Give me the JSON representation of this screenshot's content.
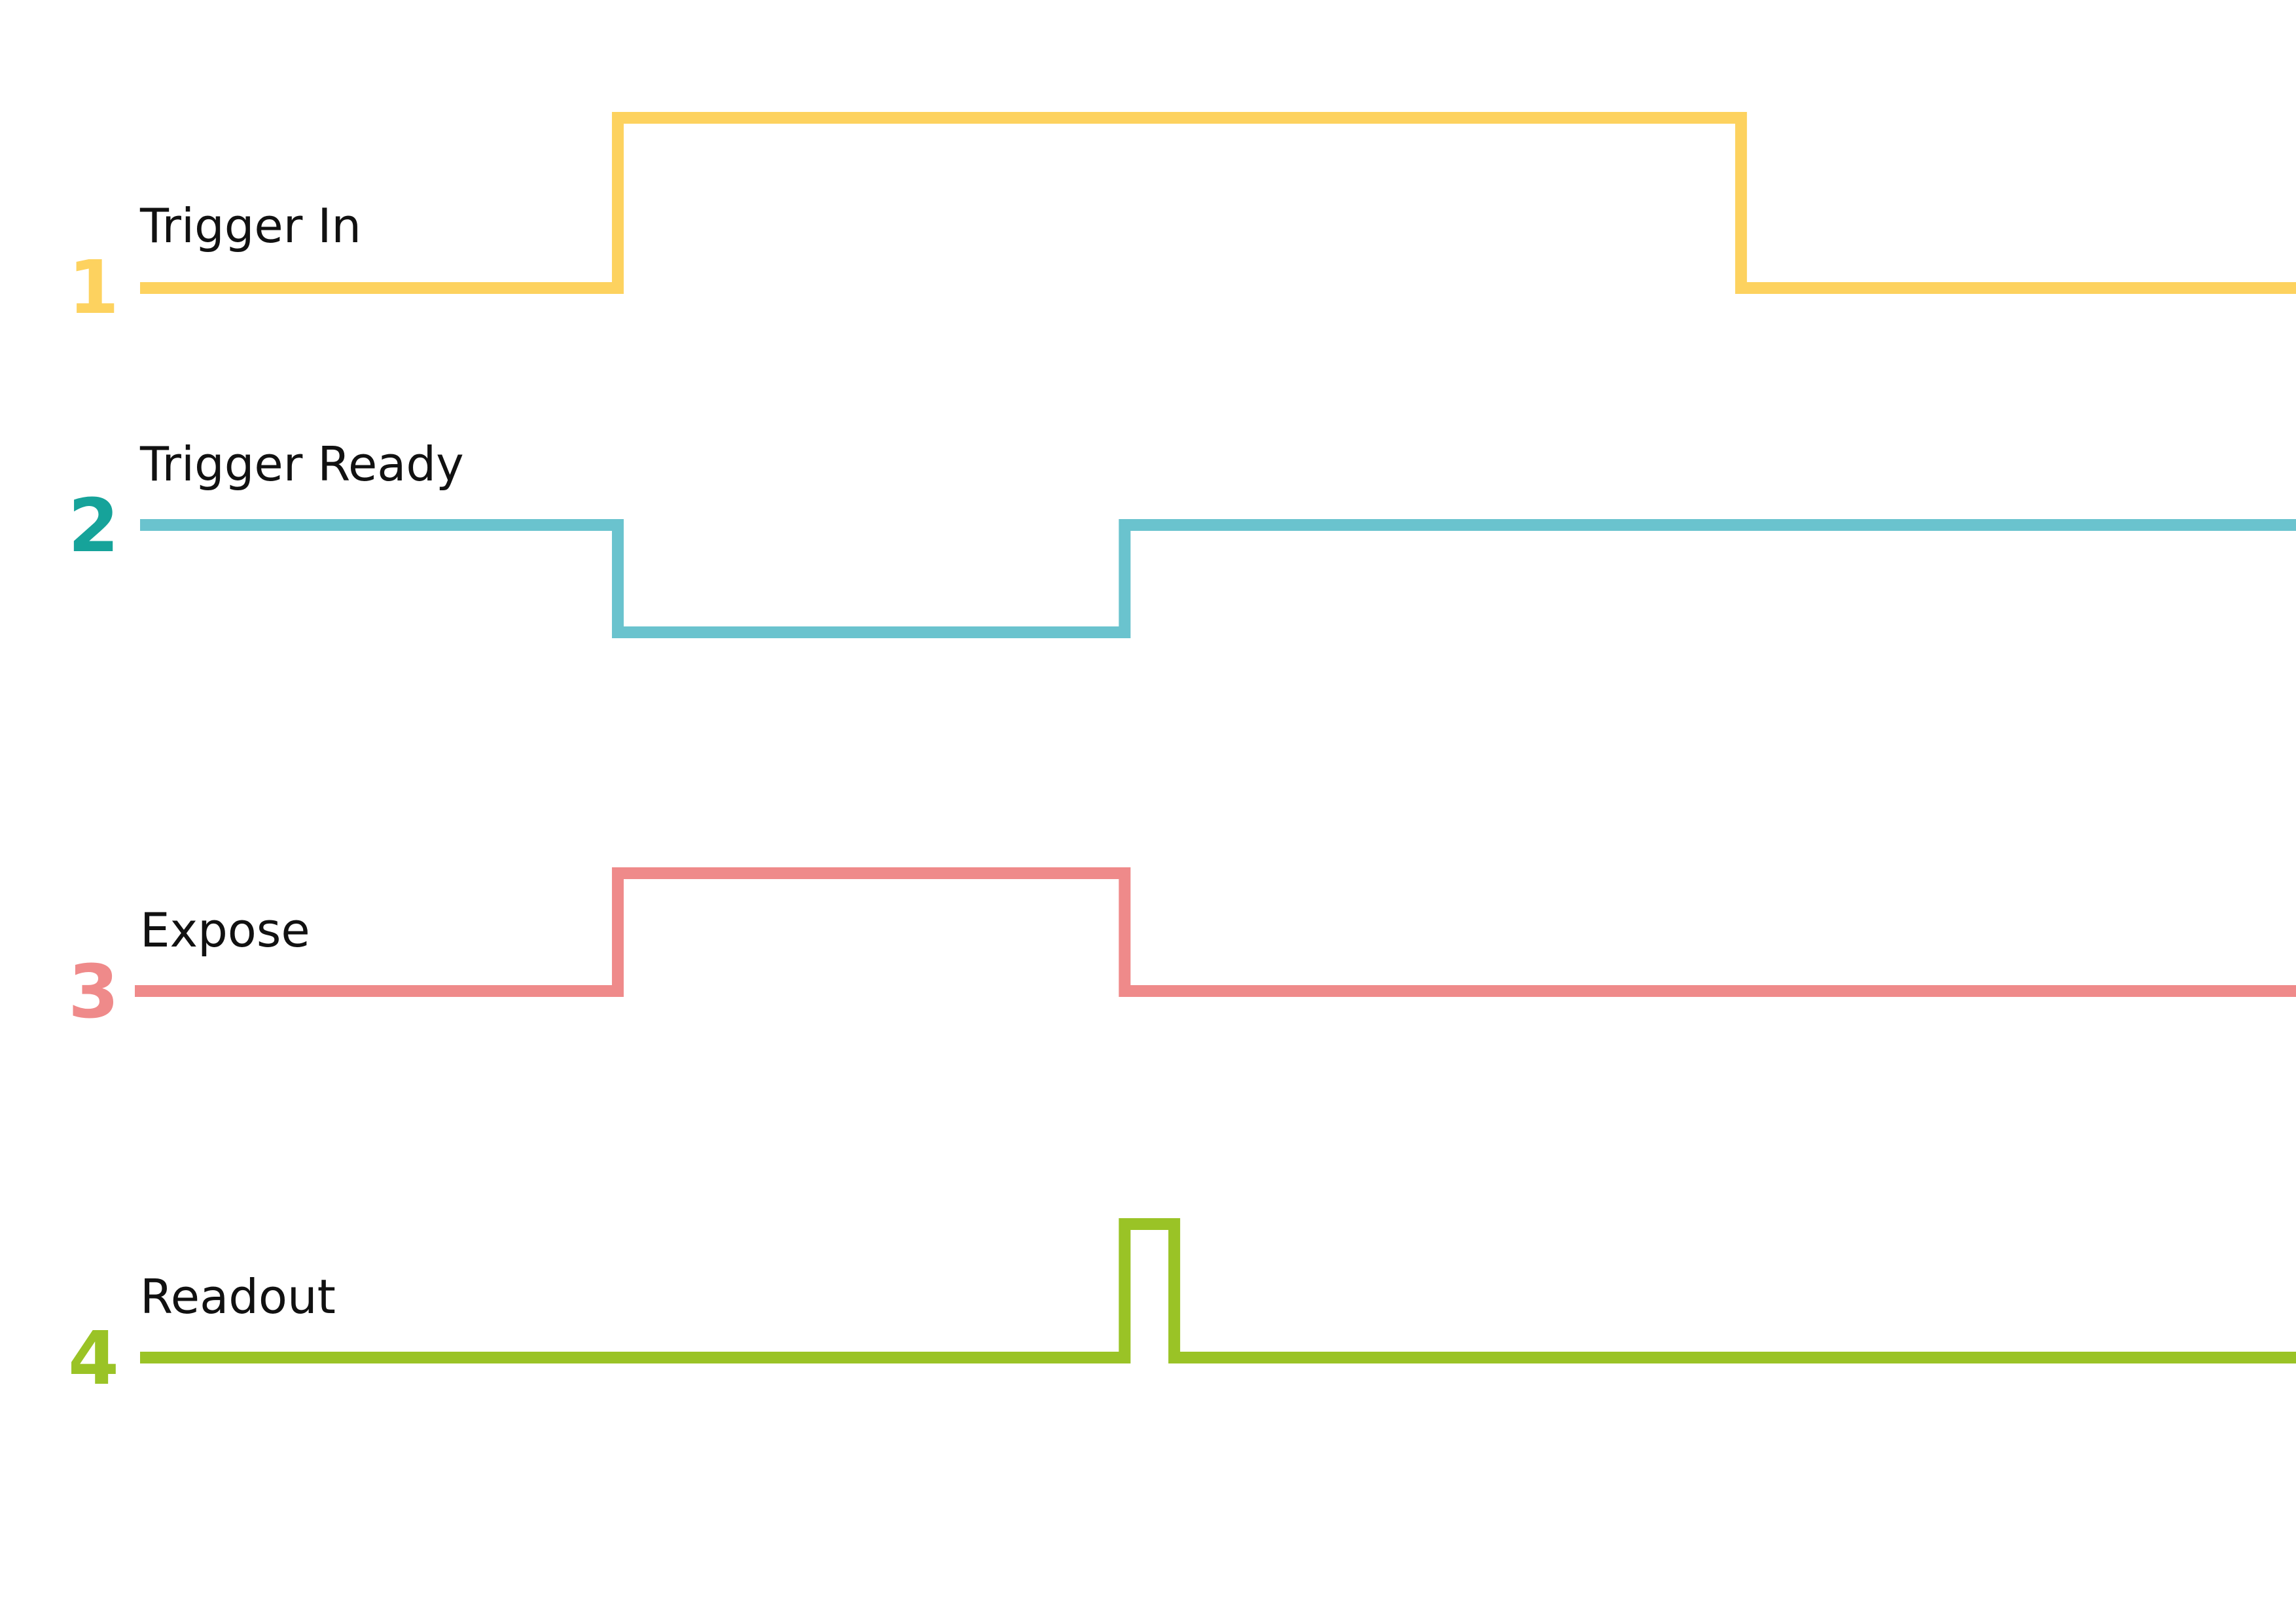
{
  "signals": [
    {
      "number": "1",
      "label": "Trigger In",
      "color": "#FDD25F",
      "levels": [
        {
          "t": 0,
          "v": 0
        },
        {
          "t": 0.2216,
          "v": 1
        },
        {
          "t": 0.7426,
          "v": 0
        },
        {
          "t": 1,
          "v": 0
        }
      ]
    },
    {
      "number": "2",
      "label": "Trigger Ready",
      "color": "#6AC3CE",
      "number_color": "#16A39A",
      "levels": [
        {
          "t": 0,
          "v": 1
        },
        {
          "t": 0.2216,
          "v": 0
        },
        {
          "t": 0.4567,
          "v": 1
        },
        {
          "t": 1,
          "v": 1
        }
      ]
    },
    {
      "number": "3",
      "label": "Expose",
      "color": "#EF8A8A",
      "levels": [
        {
          "t": 0,
          "v": 0
        },
        {
          "t": 0.2216,
          "v": 1
        },
        {
          "t": 0.4567,
          "v": 0
        },
        {
          "t": 1,
          "v": 0
        }
      ]
    },
    {
      "number": "4",
      "label": "Readout",
      "color": "#9AC326",
      "levels": [
        {
          "t": 0,
          "v": 0
        },
        {
          "t": 0.4567,
          "v": 1
        },
        {
          "t": 0.4797,
          "v": 0
        },
        {
          "t": 1,
          "v": 0
        }
      ]
    }
  ]
}
